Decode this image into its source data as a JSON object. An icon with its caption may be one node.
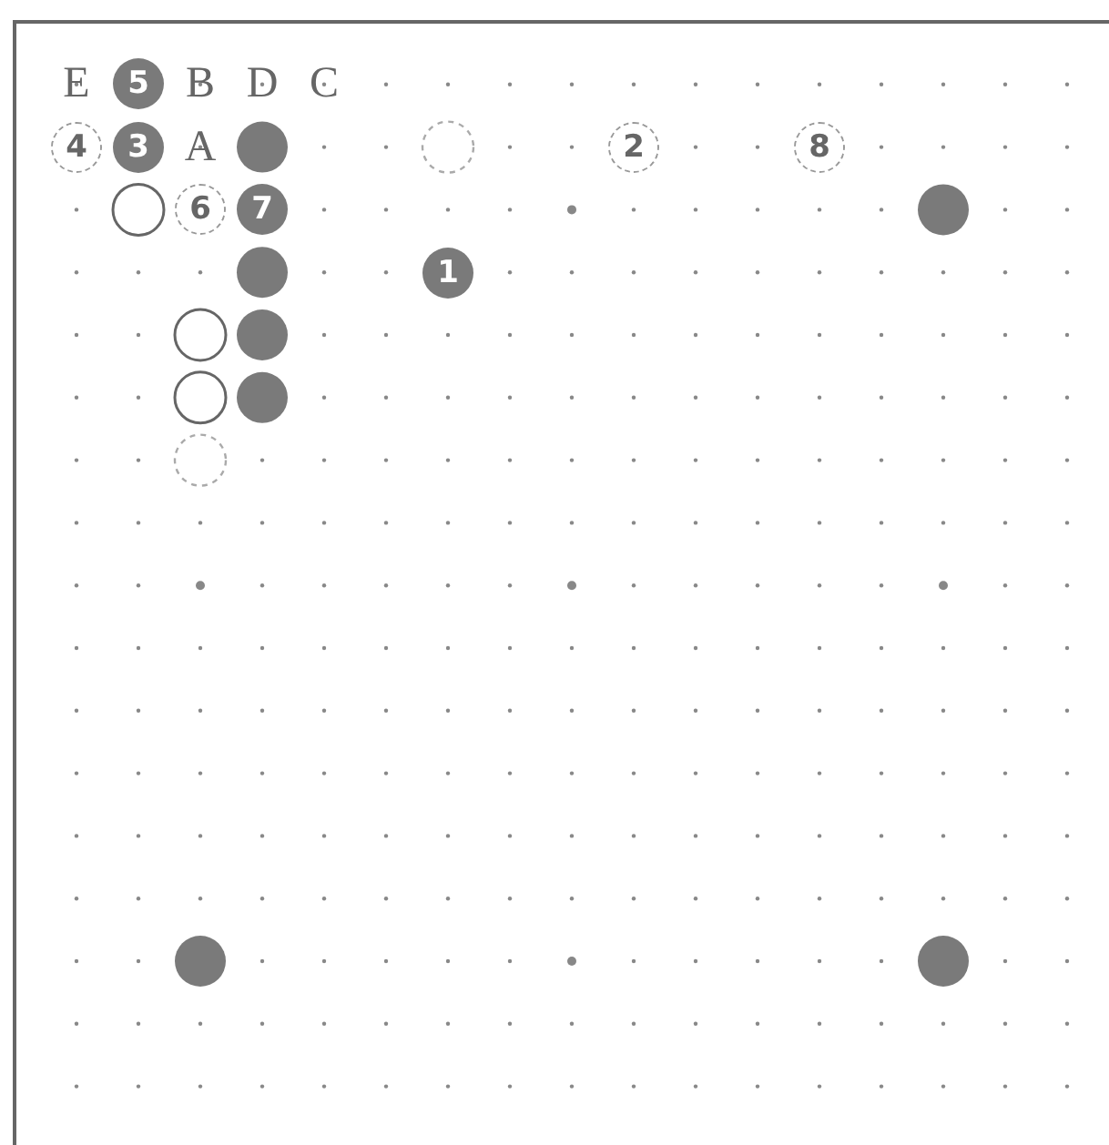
{
  "diagram": {
    "nodes": [
      {
        "text": [
          "5"
        ]
      },
      {
        "text": [
          "4"
        ]
      },
      {
        "text": [
          "3"
        ]
      },
      {
        "text": [
          "2"
        ]
      },
      {
        "text": [
          "8"
        ]
      },
      {
        "text": [
          "6"
        ]
      },
      {
        "text": [
          "7"
        ]
      },
      {
        "text": [
          "1"
        ]
      }
    ],
    "labels": [
      "E",
      "B",
      "D",
      "C",
      "A"
    ]
  }
}
